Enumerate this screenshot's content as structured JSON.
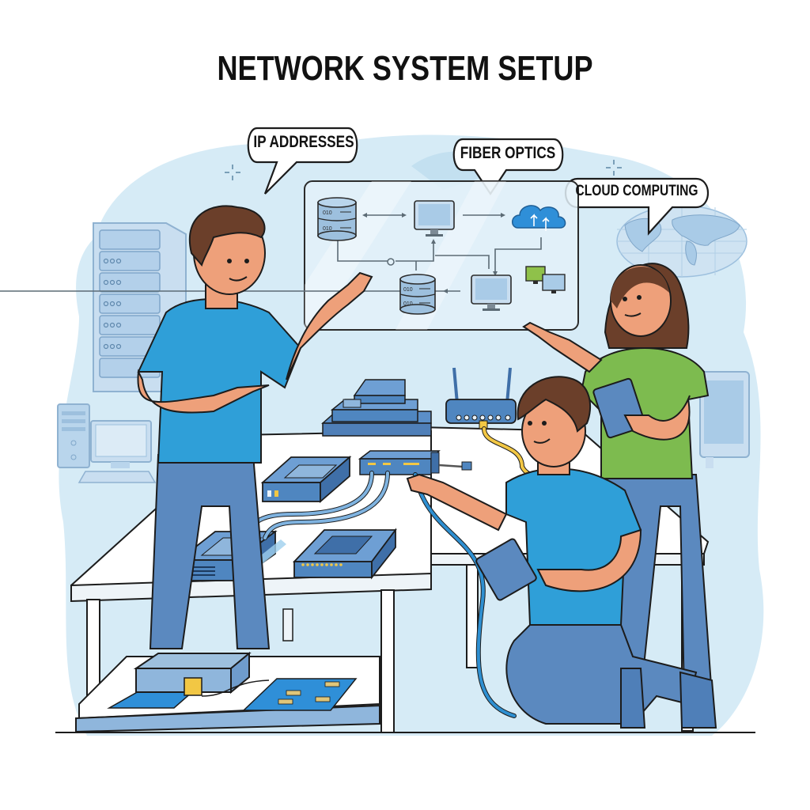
{
  "title": "NETWORK SYSTEM SETUP",
  "bubbles": {
    "ip": "IP ADDRESSES",
    "fiber": "FIBER OPTICS",
    "cloud": "CLOUD COMPUTING"
  },
  "diagram": {
    "nodes": [
      "database-server",
      "monitor",
      "cloud-upload",
      "database-server-2",
      "monitor-2",
      "workstation-pair"
    ],
    "server_labels": [
      "010",
      "010",
      "010",
      "010"
    ]
  },
  "people": [
    {
      "role": "presenter",
      "shirt": "blue"
    },
    {
      "role": "technician-kneeling",
      "shirt": "blue"
    },
    {
      "role": "colleague-with-tablet",
      "shirt": "green"
    }
  ],
  "colors": {
    "background_blob": "#d6ebf6",
    "device_blue": "#4f86c0",
    "shirt_blue": "#2f9fd8",
    "shirt_green": "#7dbb4f",
    "jeans": "#5b89bf",
    "skin": "#eea07a",
    "hair": "#6b3f2a",
    "cable_yellow": "#f2c744",
    "cable_blue": "#2e8fd1",
    "outline": "#1c1c1c"
  }
}
